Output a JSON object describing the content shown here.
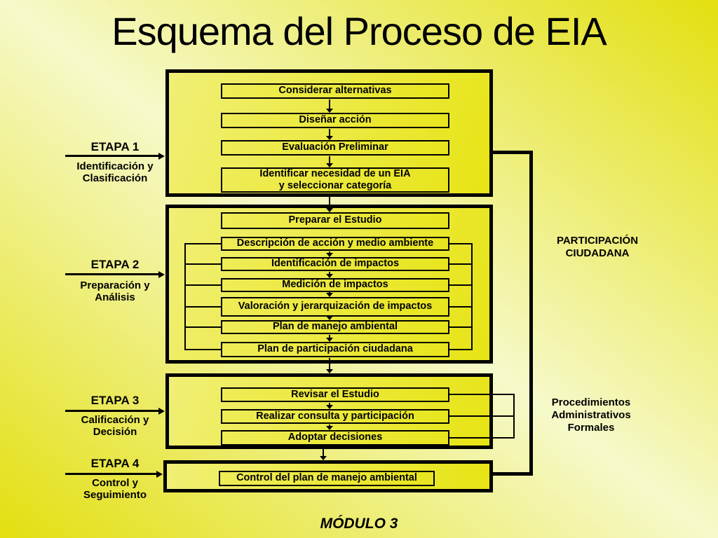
{
  "title": "Esquema del Proceso de EIA",
  "footer": "MÓDULO 3",
  "right_labels": {
    "participation": "PARTICIPACIÓN\nCIUDADANA",
    "procedures": "Procedimientos\nAdministrativos\nFormales"
  },
  "stages": [
    {
      "etapa": "ETAPA 1",
      "subtitle": "Identificación y\nClasificación",
      "boxes": [
        "Considerar alternativas",
        "Diseñar acción",
        "Evaluación Preliminar",
        "Identificar necesidad de un EIA\ny seleccionar categoría"
      ]
    },
    {
      "etapa": "ETAPA 2",
      "subtitle": "Preparación y\nAnálisis",
      "boxes": [
        "Preparar el Estudio",
        "Descripción de acción y medio ambiente",
        "Identificación de impactos",
        "Medición de impactos",
        "Valoración y jerarquización de impactos",
        "Plan de manejo ambiental",
        "Plan de participación ciudadana"
      ]
    },
    {
      "etapa": "ETAPA 3",
      "subtitle": "Calificación y\nDecisión",
      "boxes": [
        "Revisar el Estudio",
        "Realizar consulta y participación",
        "Adoptar decisiones"
      ]
    },
    {
      "etapa": "ETAPA 4",
      "subtitle": "Control y\nSeguimiento",
      "boxes": [
        "Control del plan de manejo ambiental"
      ]
    }
  ],
  "colors": {
    "background_light": "#F6F9CA",
    "background_dark": "#E3DF10",
    "line": "#000000"
  }
}
